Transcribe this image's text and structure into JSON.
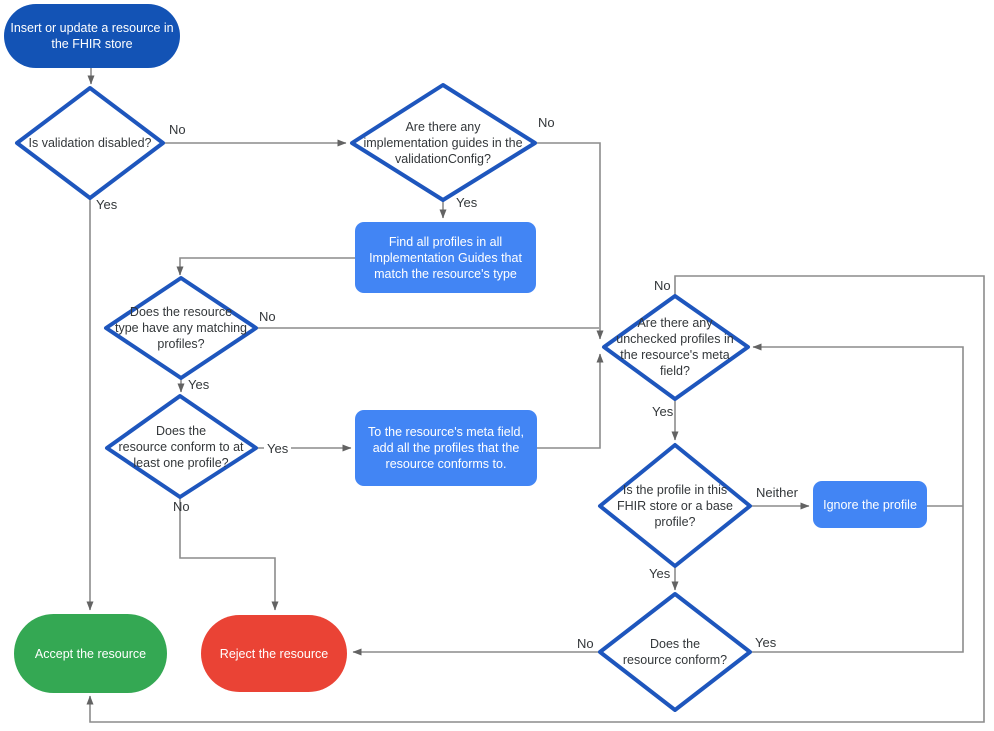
{
  "diagram": {
    "nodes": {
      "start": {
        "label": "Insert or update a resource in\nthe FHIR store"
      },
      "d_validation": {
        "label": "Is validation disabled?"
      },
      "d_guides": {
        "label": "Are there any\nimplementation guides in the\nvalidationConfig?"
      },
      "p_find": {
        "label": "Find all profiles in all\nImplementation Guides that\nmatch the resource's type"
      },
      "d_matching": {
        "label": "Does the resource\ntype have any matching\nprofiles?"
      },
      "d_conform_one": {
        "label": "Does the\nresource conform to at\nleast one profile?"
      },
      "p_add": {
        "label": "To the resource's meta field,\nadd all the profiles that the\nresource conforms to."
      },
      "d_unchecked": {
        "label": "Are there any\nunchecked profiles in\nthe resource's meta\nfield?"
      },
      "d_profile": {
        "label": "Is the profile in this\nFHIR store or a base\nprofile?"
      },
      "p_ignore": {
        "label": "Ignore the profile"
      },
      "d_conform": {
        "label": "Does the\nresource conform?"
      },
      "accept": {
        "label": "Accept the resource"
      },
      "reject": {
        "label": "Reject the resource"
      }
    },
    "edge_labels": {
      "validation_no": "No",
      "validation_yes": "Yes",
      "guides_no": "No",
      "guides_yes": "Yes",
      "matching_no": "No",
      "matching_yes": "Yes",
      "conform_one_yes": "Yes",
      "conform_one_no": "No",
      "unchecked_no": "No",
      "unchecked_yes": "Yes",
      "profile_neither": "Neither",
      "profile_yes": "Yes",
      "conform_yes": "Yes",
      "conform_no": "No"
    },
    "colors": {
      "start_fill": "#1353b5",
      "diamond_stroke": "#1e56bd",
      "process_fill": "#4285f4",
      "accept_fill": "#34a853",
      "reject_fill": "#ea4335",
      "line_color": "#8c8c8c",
      "arrow_color": "#636363",
      "text_dark": "#33373a",
      "text_light": "#ffffff"
    }
  }
}
